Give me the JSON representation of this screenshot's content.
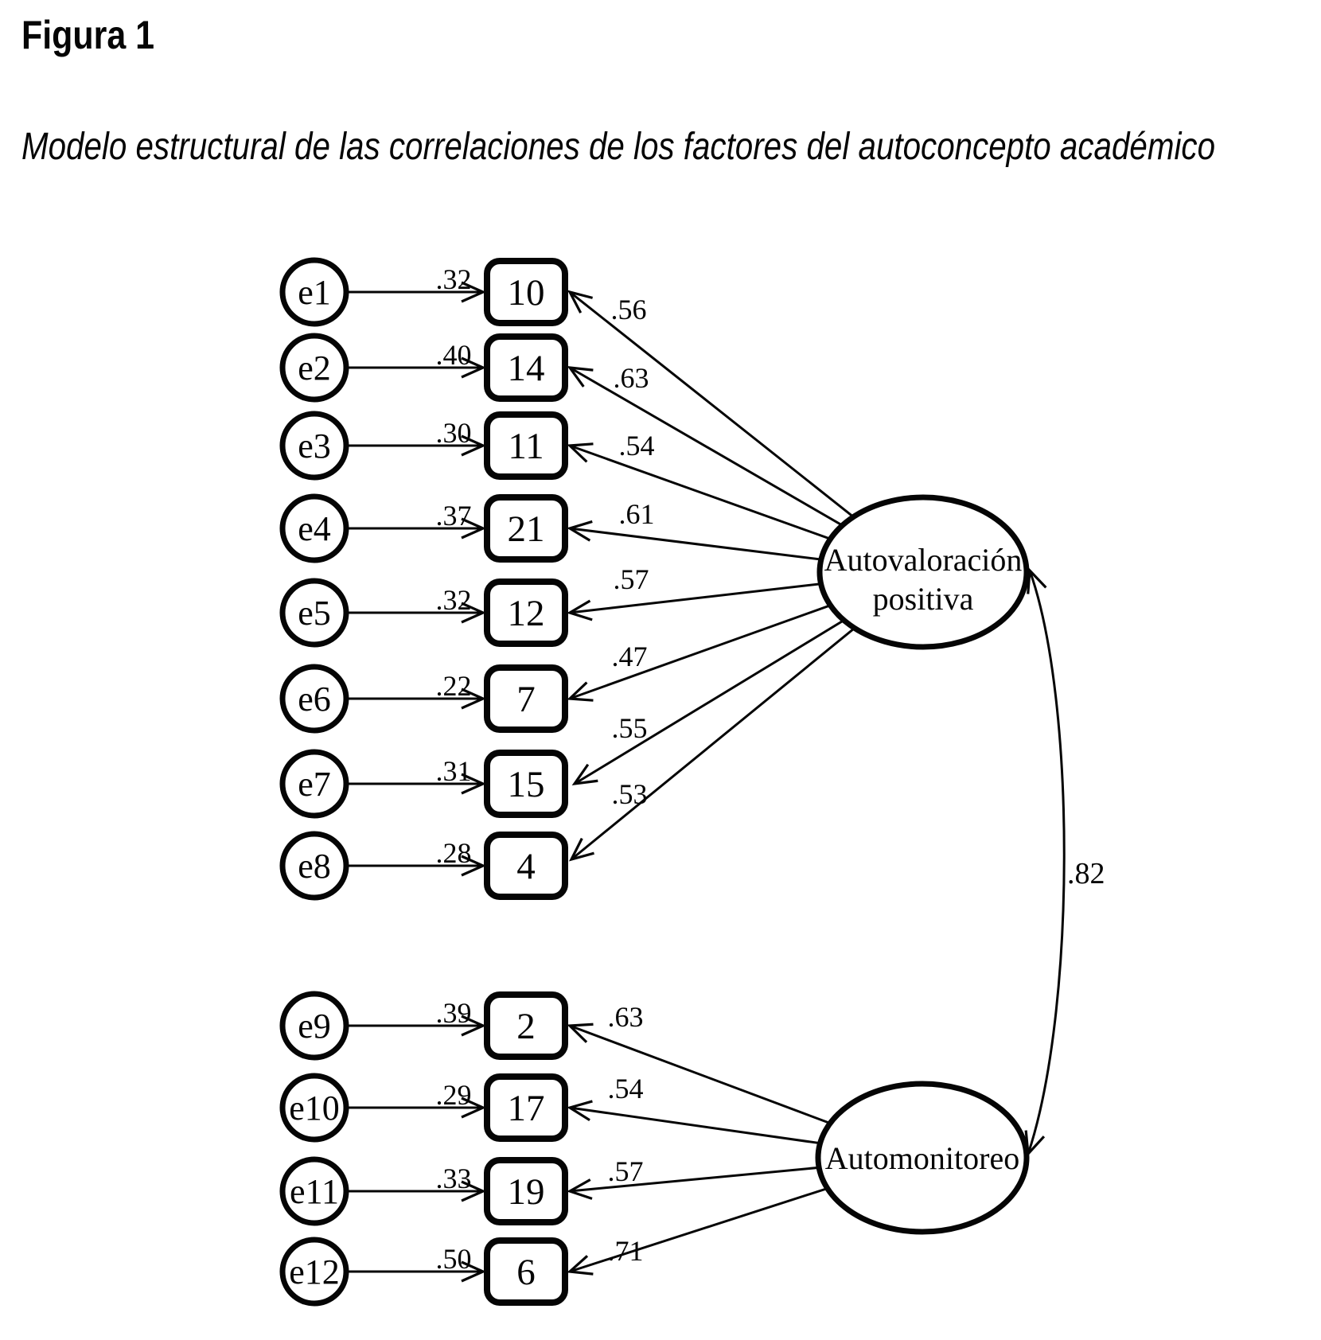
{
  "figure": {
    "label": "Figura 1",
    "caption": "Modelo estructural de las correlaciones de los factores del autoconcepto académico"
  },
  "diagram": {
    "type": "sem-path-diagram",
    "factors": {
      "top": {
        "name": "Autovaloración positiva",
        "line1": "Autovaloración",
        "line2": "positiva"
      },
      "bottom": {
        "name": "Automonitoreo"
      }
    },
    "correlation": {
      "between": [
        "Autovaloración positiva",
        "Automonitoreo"
      ],
      "value": ".82"
    },
    "top_rows": [
      {
        "error": "e1",
        "item": "10",
        "error_loading": ".32",
        "factor_loading": ".56"
      },
      {
        "error": "e2",
        "item": "14",
        "error_loading": ".40",
        "factor_loading": ".63"
      },
      {
        "error": "e3",
        "item": "11",
        "error_loading": ".30",
        "factor_loading": ".54"
      },
      {
        "error": "e4",
        "item": "21",
        "error_loading": ".37",
        "factor_loading": ".61"
      },
      {
        "error": "e5",
        "item": "12",
        "error_loading": ".32",
        "factor_loading": ".57"
      },
      {
        "error": "e6",
        "item": "7",
        "error_loading": ".22",
        "factor_loading": ".47"
      },
      {
        "error": "e7",
        "item": "15",
        "error_loading": ".31",
        "factor_loading": ".55"
      },
      {
        "error": "e8",
        "item": "4",
        "error_loading": ".28",
        "factor_loading": ".53"
      }
    ],
    "bottom_rows": [
      {
        "error": "e9",
        "item": "2",
        "error_loading": ".39",
        "factor_loading": ".63"
      },
      {
        "error": "e10",
        "item": "17",
        "error_loading": ".29",
        "factor_loading": ".54"
      },
      {
        "error": "e11",
        "item": "19",
        "error_loading": ".33",
        "factor_loading": ".57"
      },
      {
        "error": "e12",
        "item": "6",
        "error_loading": ".50",
        "factor_loading": ".71"
      }
    ]
  }
}
